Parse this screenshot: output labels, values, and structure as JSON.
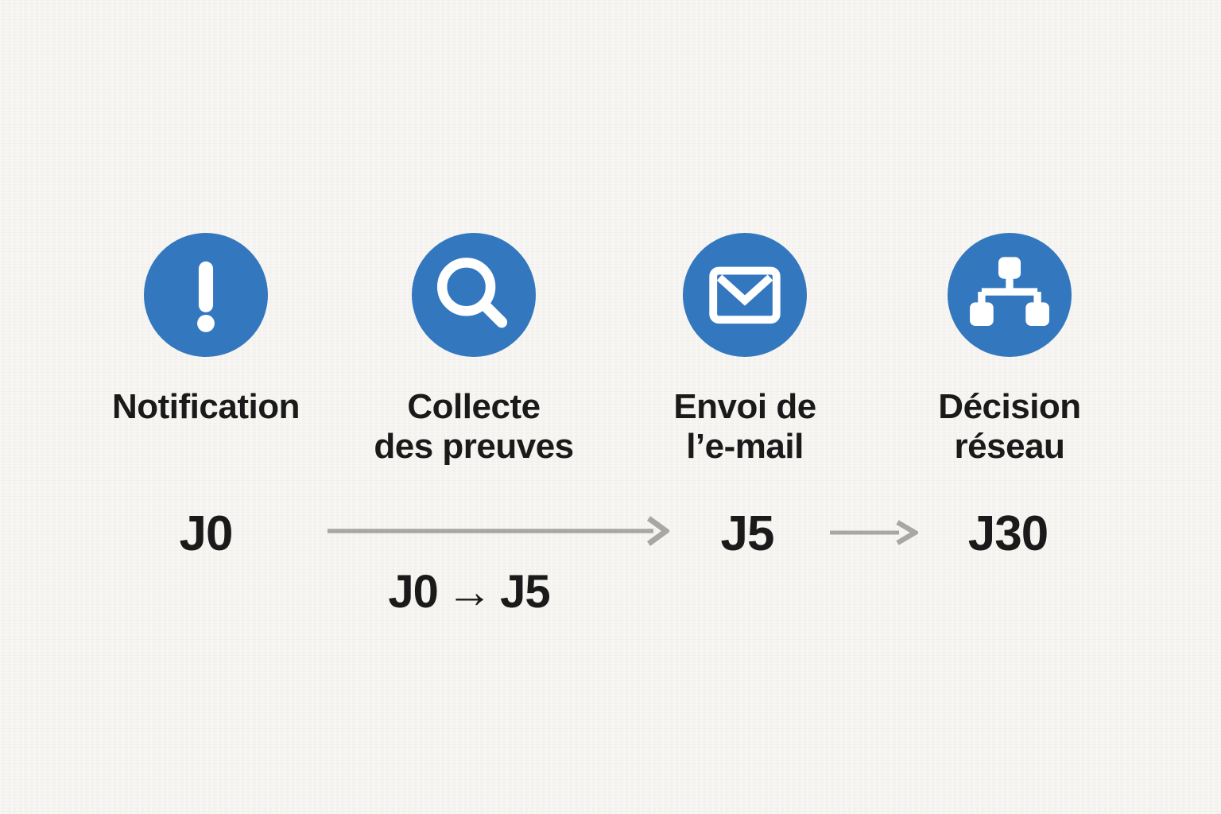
{
  "colors": {
    "accent_blue": "#3377bf",
    "background": "#f6f5f1",
    "text": "#1a1a1a",
    "arrow_gray": "#a9a7a3",
    "icon_glyph": "#ffffff"
  },
  "steps": [
    {
      "icon": "exclamation-icon",
      "label_line1": "Notification",
      "label_line2": ""
    },
    {
      "icon": "magnifier-icon",
      "label_line1": "Collecte",
      "label_line2": "des preuves"
    },
    {
      "icon": "envelope-icon",
      "label_line1": "Envoi de",
      "label_line2": "l’e-mail"
    },
    {
      "icon": "network-icon",
      "label_line1": "Décision",
      "label_line2": "réseau"
    }
  ],
  "timeline": {
    "milestone_start": "J0",
    "milestone_mid": "J5",
    "milestone_end": "J30",
    "segment_label": "J0 → J5"
  }
}
